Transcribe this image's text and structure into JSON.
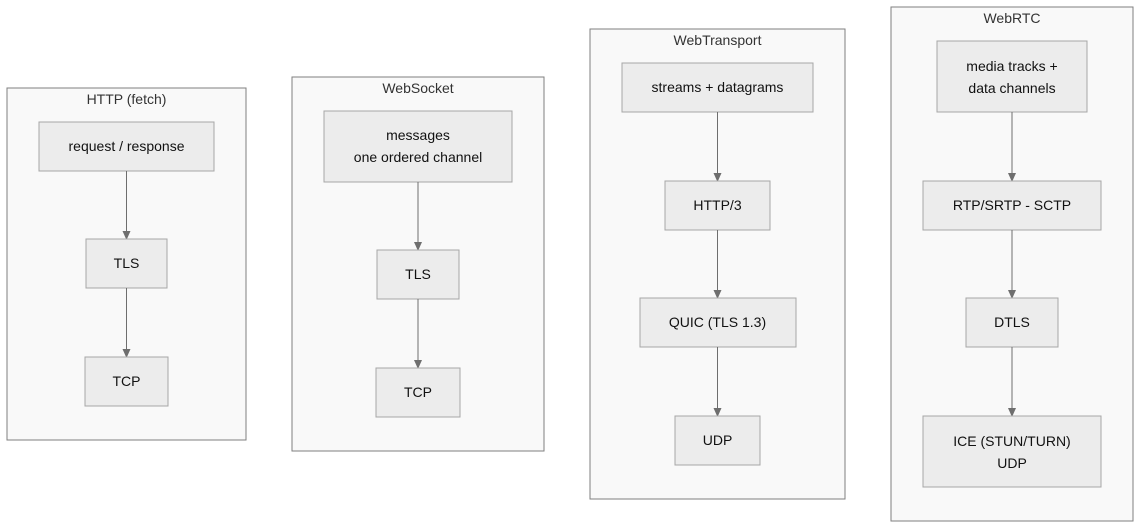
{
  "clusters": [
    {
      "title": "HTTP (fetch)",
      "nodes": [
        {
          "lines": [
            "request / response"
          ]
        },
        {
          "lines": [
            "TLS"
          ]
        },
        {
          "lines": [
            "TCP"
          ]
        }
      ]
    },
    {
      "title": "WebSocket",
      "nodes": [
        {
          "lines": [
            "messages",
            "one ordered channel"
          ]
        },
        {
          "lines": [
            "TLS"
          ]
        },
        {
          "lines": [
            "TCP"
          ]
        }
      ]
    },
    {
      "title": "WebTransport",
      "nodes": [
        {
          "lines": [
            "streams + datagrams"
          ]
        },
        {
          "lines": [
            "HTTP/3"
          ]
        },
        {
          "lines": [
            "QUIC (TLS 1.3)"
          ]
        },
        {
          "lines": [
            "UDP"
          ]
        }
      ]
    },
    {
      "title": "WebRTC",
      "nodes": [
        {
          "lines": [
            "media tracks +",
            "data channels"
          ]
        },
        {
          "lines": [
            "RTP/SRTP - SCTP"
          ]
        },
        {
          "lines": [
            "DTLS"
          ]
        },
        {
          "lines": [
            "ICE (STUN/TURN)",
            "UDP"
          ]
        }
      ]
    }
  ]
}
